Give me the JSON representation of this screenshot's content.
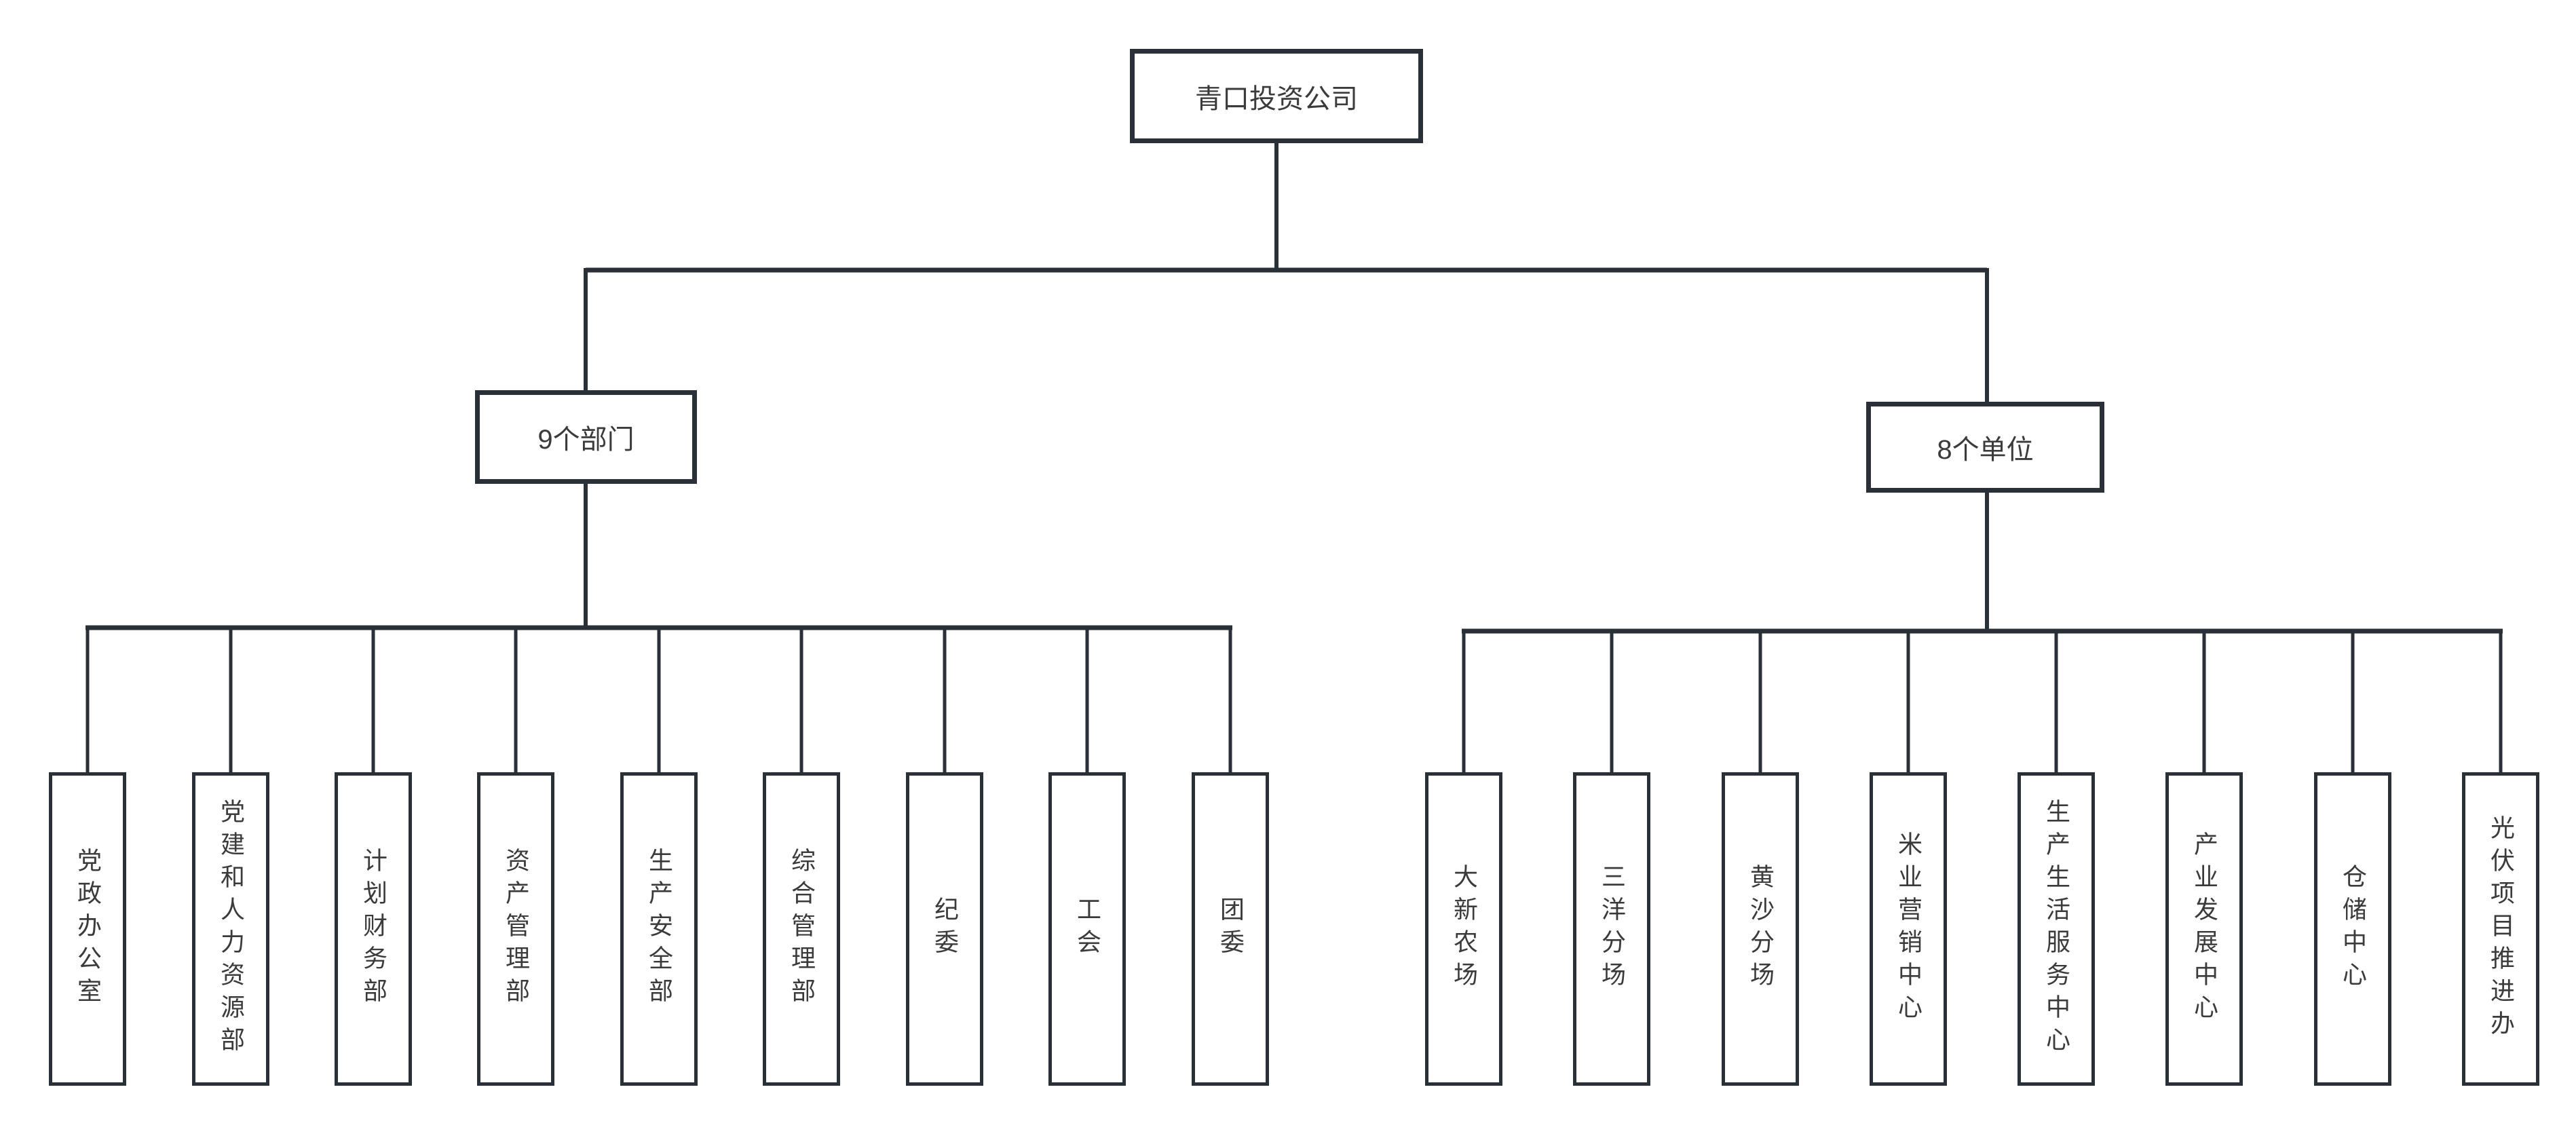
{
  "root": {
    "label": "青口投资公司"
  },
  "branches": [
    {
      "label": "9个部门",
      "children": [
        "党政办公室",
        "党建和人力资源部",
        "计划财务部",
        "资产管理部",
        "生产安全部",
        "综合管理部",
        "纪委",
        "工会",
        "团委"
      ]
    },
    {
      "label": "8个单位",
      "children": [
        "大新农场",
        "三洋分场",
        "黄沙分场",
        "米业营销中心",
        "生产生活服务中心",
        "产业发展中心",
        "仓储中心",
        "光伏项目推进办"
      ]
    }
  ],
  "colors": {
    "line": "#2a3038",
    "text": "#3b3b3b",
    "background": "#ffffff"
  }
}
